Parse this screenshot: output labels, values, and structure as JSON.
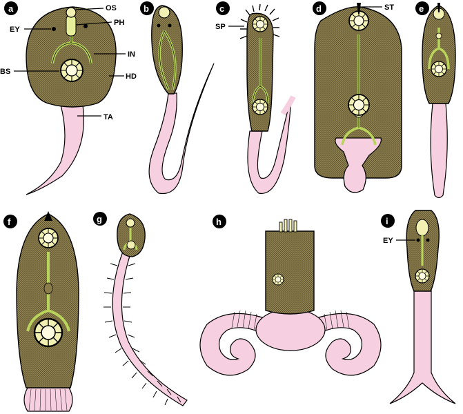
{
  "panels": [
    {
      "id": "a",
      "label": "a"
    },
    {
      "id": "b",
      "label": "b"
    },
    {
      "id": "c",
      "label": "c"
    },
    {
      "id": "d",
      "label": "d"
    },
    {
      "id": "e",
      "label": "e"
    },
    {
      "id": "f",
      "label": "f"
    },
    {
      "id": "g",
      "label": "g"
    },
    {
      "id": "h",
      "label": "h"
    },
    {
      "id": "i",
      "label": "i"
    }
  ],
  "annotations": {
    "os": "OS",
    "ey": "EY",
    "ph": "PH",
    "in": "IN",
    "bs": "BS",
    "hd": "HD",
    "ta": "TA",
    "sp": "SP",
    "st": "ST",
    "ey2": "EY"
  },
  "colors": {
    "body": "#8b7d4a",
    "organ": "#b8d45a",
    "sucker": "#f3f0b4",
    "tail": "#f6cfe0",
    "outline": "#000000"
  }
}
